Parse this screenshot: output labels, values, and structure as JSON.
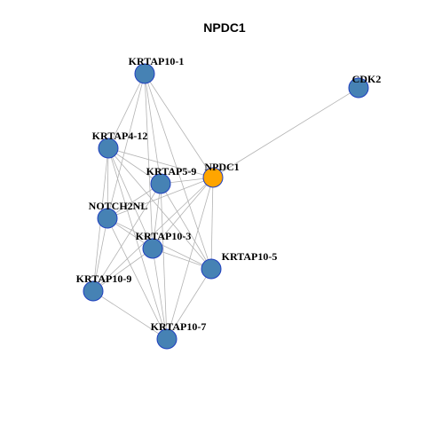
{
  "title": "NPDC1",
  "colors": {
    "edge": "#b3b3b3",
    "node_fill": "#4682b4",
    "node_stroke": "#1f3fbf",
    "focus_fill": "#ffa500",
    "focus_stroke": "#1f3fbf"
  },
  "nodes": [
    {
      "id": "KRTAP10-1",
      "label": "KRTAP10-1",
      "focus": false
    },
    {
      "id": "CDK2",
      "label": "CDK2",
      "focus": false
    },
    {
      "id": "KRTAP4-12",
      "label": "KRTAP4-12",
      "focus": false
    },
    {
      "id": "NPDC1",
      "label": "NPDC1",
      "focus": true
    },
    {
      "id": "KRTAP5-9",
      "label": "KRTAP5-9",
      "focus": false
    },
    {
      "id": "NOTCH2NL",
      "label": "NOTCH2NL",
      "focus": false
    },
    {
      "id": "KRTAP10-3",
      "label": "KRTAP10-3",
      "focus": false
    },
    {
      "id": "KRTAP10-5",
      "label": "KRTAP10-5",
      "focus": false
    },
    {
      "id": "KRTAP10-9",
      "label": "KRTAP10-9",
      "focus": false
    },
    {
      "id": "KRTAP10-7",
      "label": "KRTAP10-7",
      "focus": false
    }
  ],
  "edges": [
    [
      "NPDC1",
      "CDK2"
    ],
    [
      "NPDC1",
      "KRTAP10-1"
    ],
    [
      "NPDC1",
      "KRTAP4-12"
    ],
    [
      "NPDC1",
      "KRTAP5-9"
    ],
    [
      "NPDC1",
      "NOTCH2NL"
    ],
    [
      "NPDC1",
      "KRTAP10-3"
    ],
    [
      "NPDC1",
      "KRTAP10-5"
    ],
    [
      "NPDC1",
      "KRTAP10-9"
    ],
    [
      "NPDC1",
      "KRTAP10-7"
    ],
    [
      "KRTAP10-1",
      "KRTAP4-12"
    ],
    [
      "KRTAP10-1",
      "KRTAP5-9"
    ],
    [
      "KRTAP10-1",
      "NOTCH2NL"
    ],
    [
      "KRTAP10-1",
      "KRTAP10-3"
    ],
    [
      "KRTAP10-1",
      "KRTAP10-5"
    ],
    [
      "KRTAP4-12",
      "KRTAP5-9"
    ],
    [
      "KRTAP4-12",
      "NOTCH2NL"
    ],
    [
      "KRTAP4-12",
      "KRTAP10-3"
    ],
    [
      "KRTAP4-12",
      "KRTAP10-5"
    ],
    [
      "KRTAP4-12",
      "KRTAP10-9"
    ],
    [
      "KRTAP4-12",
      "KRTAP10-7"
    ],
    [
      "KRTAP5-9",
      "NOTCH2NL"
    ],
    [
      "KRTAP5-9",
      "KRTAP10-3"
    ],
    [
      "KRTAP5-9",
      "KRTAP10-5"
    ],
    [
      "KRTAP5-9",
      "KRTAP10-9"
    ],
    [
      "KRTAP5-9",
      "KRTAP10-7"
    ],
    [
      "NOTCH2NL",
      "KRTAP10-3"
    ],
    [
      "NOTCH2NL",
      "KRTAP10-5"
    ],
    [
      "NOTCH2NL",
      "KRTAP10-9"
    ],
    [
      "NOTCH2NL",
      "KRTAP10-7"
    ],
    [
      "KRTAP10-3",
      "KRTAP10-5"
    ],
    [
      "KRTAP10-3",
      "KRTAP10-9"
    ],
    [
      "KRTAP10-3",
      "KRTAP10-7"
    ],
    [
      "KRTAP10-9",
      "KRTAP10-7"
    ],
    [
      "KRTAP10-5",
      "KRTAP10-7"
    ]
  ]
}
